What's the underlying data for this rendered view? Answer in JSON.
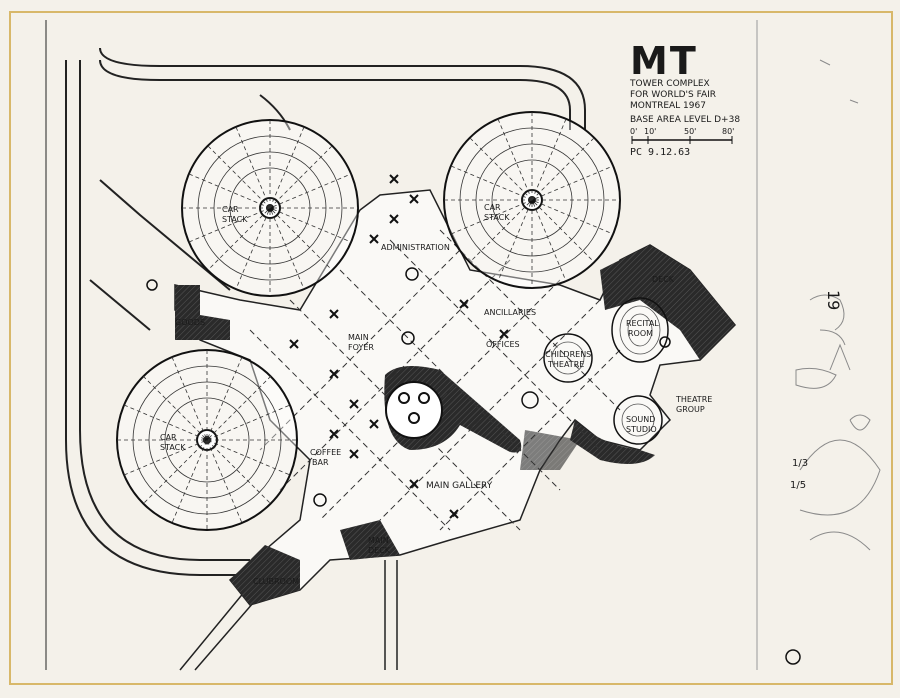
{
  "title_block": {
    "logo": "MT",
    "line1": "TOWER COMPLEX",
    "line2": "FOR WORLD'S FAIR",
    "line3": "MONTREAL   1967",
    "line4": "BASE AREA LEVEL D+38",
    "scale_labels": [
      "0'",
      "10'",
      "50'",
      "80'"
    ],
    "drawing_code": "PC 9.12.63"
  },
  "labels": {
    "car_stack_a": "CAR",
    "car_stack_a2": "STACK",
    "car_stack_b": "CAR",
    "car_stack_b2": "STACK",
    "car_stack_c": "CAR",
    "car_stack_c2": "STACK",
    "administration": "ADMINISTRATION",
    "goods": "GOODS",
    "main_foyer_1": "MAIN",
    "main_foyer_2": "FOYER",
    "ancillaries": "ANCILLARIES",
    "offices": "OFFICES",
    "childrens_theatre_1": "CHILDRENS",
    "childrens_theatre_2": "THEATRE",
    "deck": "DECK",
    "recital_room_1": "RECITAL",
    "recital_room_2": "ROOM",
    "theatre_group_1": "THEATRE",
    "theatre_group_2": "GROUP",
    "sound_studio_1": "SOUND",
    "sound_studio_2": "STUDIO",
    "coffee_bar_1": "COFFEE",
    "coffee_bar_2": "BAR",
    "main_gallery": "MAIN GALLERY",
    "main_deck_1": "MAIN",
    "main_deck_2": "DECK",
    "clubroom": "CLUBROOM"
  },
  "margin_notes": {
    "note_19": "19",
    "note_frac_top": "1/3",
    "note_frac_bottom": "1/5"
  },
  "colors": {
    "paper": "#f4f1ea",
    "ink": "#1a1a1a",
    "pencil": "#8a8a8a"
  }
}
